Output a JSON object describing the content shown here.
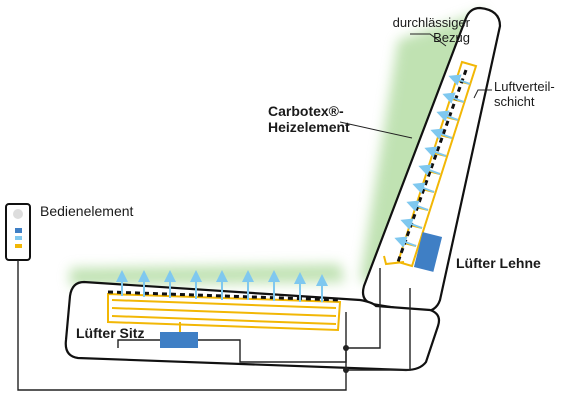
{
  "diagram": {
    "labels": {
      "cover": "durchlässiger\nBezug",
      "air_layer": "Luftverteil-\nschicht",
      "heating_element": "Carbotex®-\nHeizelement",
      "control_unit": "Bedienelement",
      "fan_backrest": "Lüfter Lehne",
      "fan_seat": "Lüfter Sitz"
    },
    "colors": {
      "outline": "#111111",
      "cover_glow": "#9fd38a",
      "heating_wire": "#f2b705",
      "air_arrows": "#7fc8ef",
      "fan": "#3f7fc5",
      "wires": "#222222"
    },
    "icons": [
      "fan-icon",
      "fan-icon",
      "control-panel-icon"
    ]
  }
}
